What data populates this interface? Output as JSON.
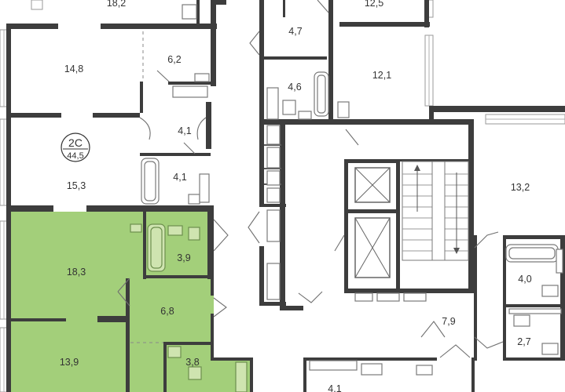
{
  "colors": {
    "highlight": "#a3cf7a",
    "wall": "#3d3d3d",
    "background": "#ffffff"
  },
  "apartment_badge": {
    "type": "2С",
    "area": "44,5"
  },
  "rooms": {
    "r_18_2": "18,2",
    "r_12_5": "12,5",
    "r_4_7": "4,7",
    "r_14_8": "14,8",
    "r_6_2": "6,2",
    "r_12_1": "12,1",
    "r_4_6": "4,6",
    "r_4_1_hall": "4,1",
    "r_4_1_bath": "4,1",
    "r_15_3": "15,3",
    "r_13_2": "13,2",
    "r_18_3": "18,3",
    "r_3_9": "3,9",
    "r_6_8": "6,8",
    "r_13_9": "13,9",
    "r_3_8": "3,8",
    "r_4_0": "4,0",
    "r_7_9": "7,9",
    "r_2_7": "2,7",
    "r_4_1_bottom": "4,1"
  }
}
